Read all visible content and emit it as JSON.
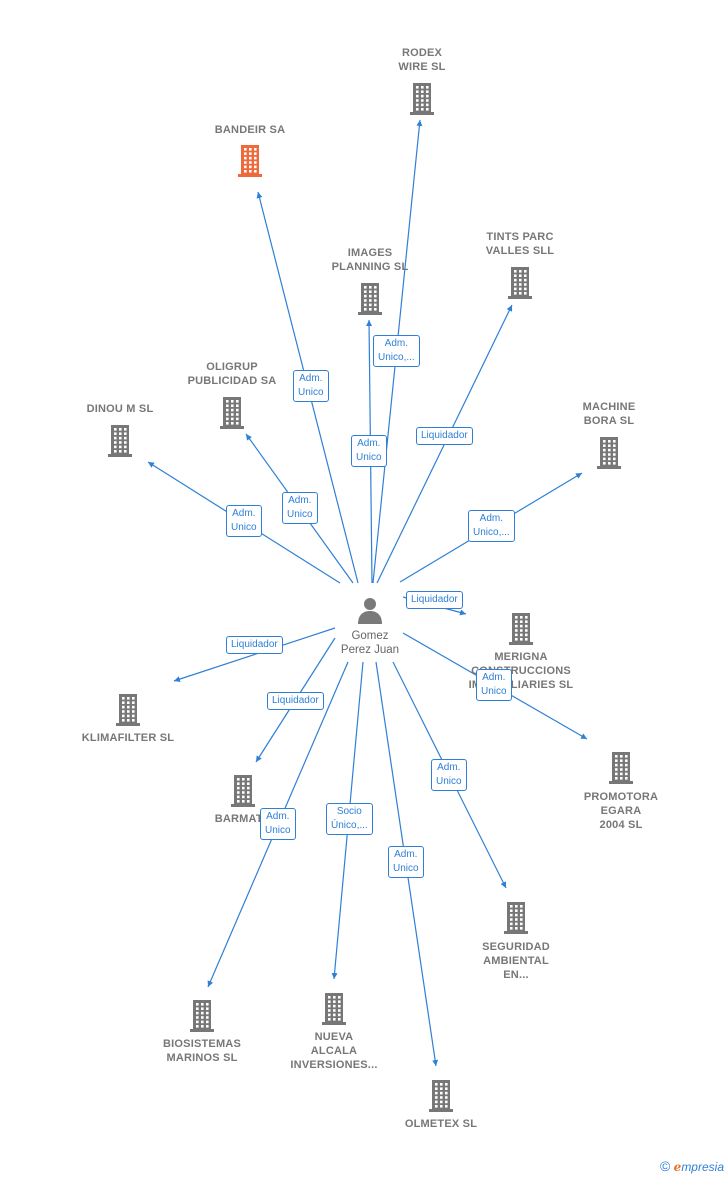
{
  "colors": {
    "edge": "#2f7fd6",
    "building": "#777777",
    "highlight": "#ef6a3a"
  },
  "center": {
    "name": "Gomez\nPerez Juan",
    "icon": "person-icon"
  },
  "companies": [
    {
      "id": "rodex",
      "name": "RODEX\nWIRE  SL"
    },
    {
      "id": "bandeir",
      "name": "BANDEIR SA",
      "highlight": true
    },
    {
      "id": "images",
      "name": "IMAGES\nPLANNING SL"
    },
    {
      "id": "tints",
      "name": "TINTS PARC\nVALLES SLL"
    },
    {
      "id": "oligrup",
      "name": "OLIGRUP\nPUBLICIDAD SA"
    },
    {
      "id": "dinou",
      "name": "DINOU M SL"
    },
    {
      "id": "machine",
      "name": "MACHINE\nBORA  SL"
    },
    {
      "id": "merigna",
      "name": "MERIGNA\nCONSTRUCCIONS\nIMMOBILIARIES SL"
    },
    {
      "id": "klimafilter",
      "name": "KLIMAFILTER SL"
    },
    {
      "id": "promotora",
      "name": "PROMOTORA\nEGARA\n2004 SL"
    },
    {
      "id": "barmat",
      "name": "BARMAT..."
    },
    {
      "id": "seguridad",
      "name": "SEGURIDAD\nAMBIENTAL\nEN..."
    },
    {
      "id": "biosistemas",
      "name": "BIOSISTEMAS\nMARINOS  SL"
    },
    {
      "id": "nueva",
      "name": "NUEVA\nALCALA\nINVERSIONES..."
    },
    {
      "id": "olmetex",
      "name": "OLMETEX SL"
    }
  ],
  "edges": [
    {
      "to": "rodex",
      "label": "Adm.\nUnico,..."
    },
    {
      "to": "bandeir",
      "label": "Adm.\nUnico"
    },
    {
      "to": "images",
      "label": "Adm.\nUnico"
    },
    {
      "to": "tints",
      "label": "Liquidador"
    },
    {
      "to": "oligrup",
      "label": "Adm.\nUnico"
    },
    {
      "to": "dinou",
      "label": "Adm.\nUnico"
    },
    {
      "to": "machine",
      "label": "Adm.\nUnico,..."
    },
    {
      "to": "merigna",
      "label": "Liquidador"
    },
    {
      "to": "klimafilter",
      "label": "Liquidador"
    },
    {
      "to": "promotora",
      "label": "Adm.\nUnico"
    },
    {
      "to": "barmat",
      "label": "Liquidador"
    },
    {
      "to": "seguridad",
      "label": "Adm.\nUnico"
    },
    {
      "to": "biosistemas",
      "label": "Adm.\nUnico"
    },
    {
      "to": "nueva",
      "label": "Socio\nÚnico,..."
    },
    {
      "to": "olmetex",
      "label": "Adm.\nUnico"
    }
  ],
  "footer": {
    "copyright": "©",
    "brand_first": "e",
    "brand_rest": "mpresia"
  }
}
